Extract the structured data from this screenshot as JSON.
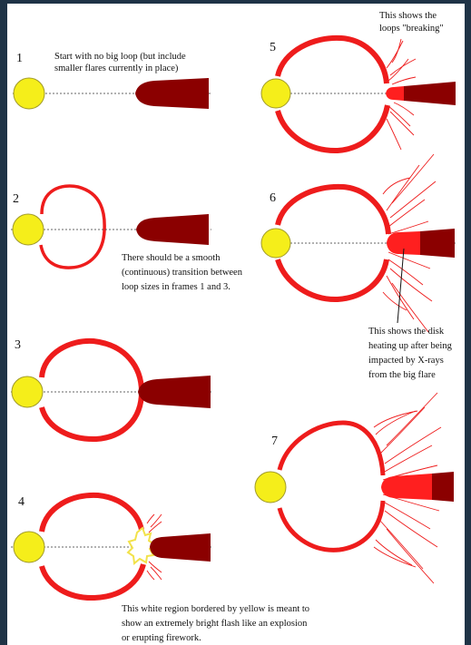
{
  "colors": {
    "sun_fill": "#f5ee1a",
    "sun_stroke": "#a09a2a",
    "loop": "#ee1c1c",
    "disk_dark": "#8b0000",
    "disk_hot": "#ff1f1f",
    "flash_border": "#f2e24a",
    "page": "#ffffff",
    "frame": "#1f3346"
  },
  "frames": [
    {
      "number": "1",
      "caption": [
        "Start with no big loop (but include",
        "smaller flares currently in place)"
      ]
    },
    {
      "number": "2",
      "caption": [
        "There should be a smooth",
        "(continuous) transition between",
        "loop sizes in frames 1 and 3."
      ]
    },
    {
      "number": "3"
    },
    {
      "number": "4",
      "caption": [
        "This white region bordered by yellow is meant to",
        "show an extremely bright flash like an explosion",
        "or erupting firework."
      ]
    },
    {
      "number": "5",
      "caption": [
        "This shows the",
        "loops \"breaking\""
      ]
    },
    {
      "number": "6",
      "caption": [
        "This shows the disk",
        "heating up after being",
        "impacted by X-rays",
        "from the big flare"
      ]
    },
    {
      "number": "7"
    }
  ]
}
